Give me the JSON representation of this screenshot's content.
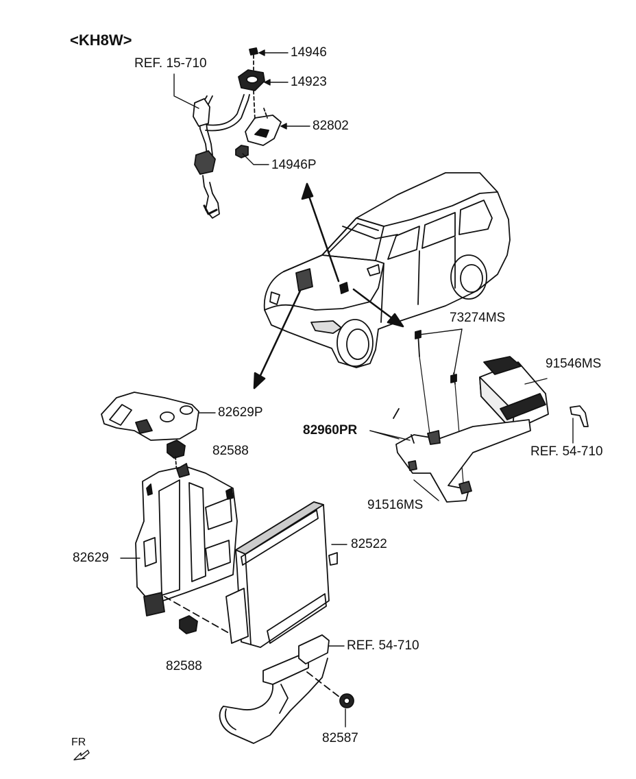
{
  "diagram": {
    "title": "<KH8W>",
    "orientation_label": "FR",
    "colors": {
      "ink": "#111111",
      "background": "#ffffff"
    },
    "callouts": {
      "c14946": "14946",
      "c14923": "14923",
      "c82802": "82802",
      "c14946p": "14946P",
      "ref15710": "REF. 15-710",
      "c73274ms": "73274MS",
      "c91546ms": "91546MS",
      "c82960pr": "82960PR",
      "ref54710a": "REF. 54-710",
      "c91516ms": "91516MS",
      "c82629p": "82629P",
      "c82588a": "82588",
      "c82629": "82629",
      "c82522": "82522",
      "ref54710b": "REF. 54-710",
      "c82588b": "82588",
      "c82587": "82587"
    }
  }
}
